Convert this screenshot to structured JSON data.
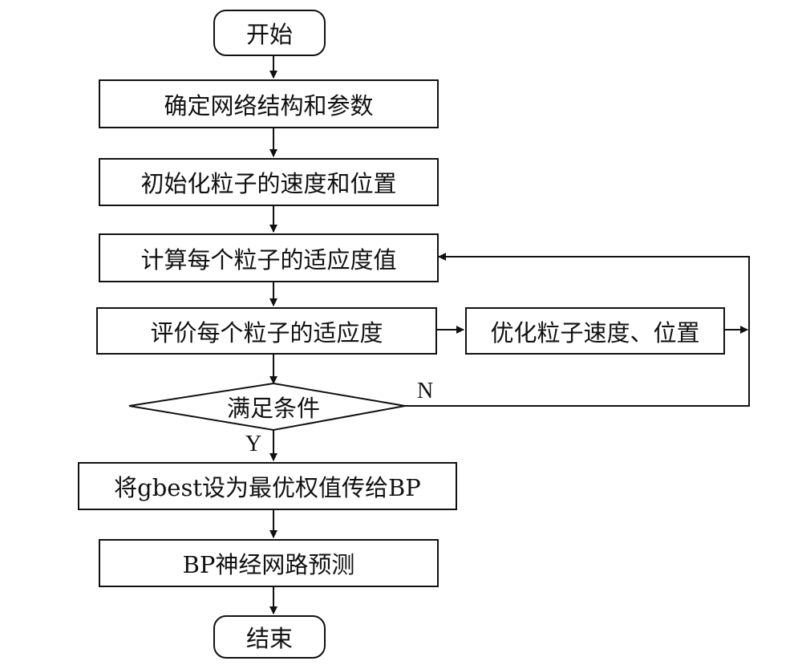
{
  "flowchart": {
    "start": "开始",
    "step_define": "确定网络结构和参数",
    "step_init": "初始化粒子的速度和位置",
    "step_compute": "计算每个粒子的适应度值",
    "step_evaluate": "评价每个粒子的适应度",
    "step_optimize": "优化粒子速度、位置",
    "decision": "满足条件",
    "branch_no": "N",
    "branch_yes": "Y",
    "step_assign": "将gbest设为最优权值传给BP",
    "step_predict": "BP神经网路预测",
    "end": "结束"
  }
}
